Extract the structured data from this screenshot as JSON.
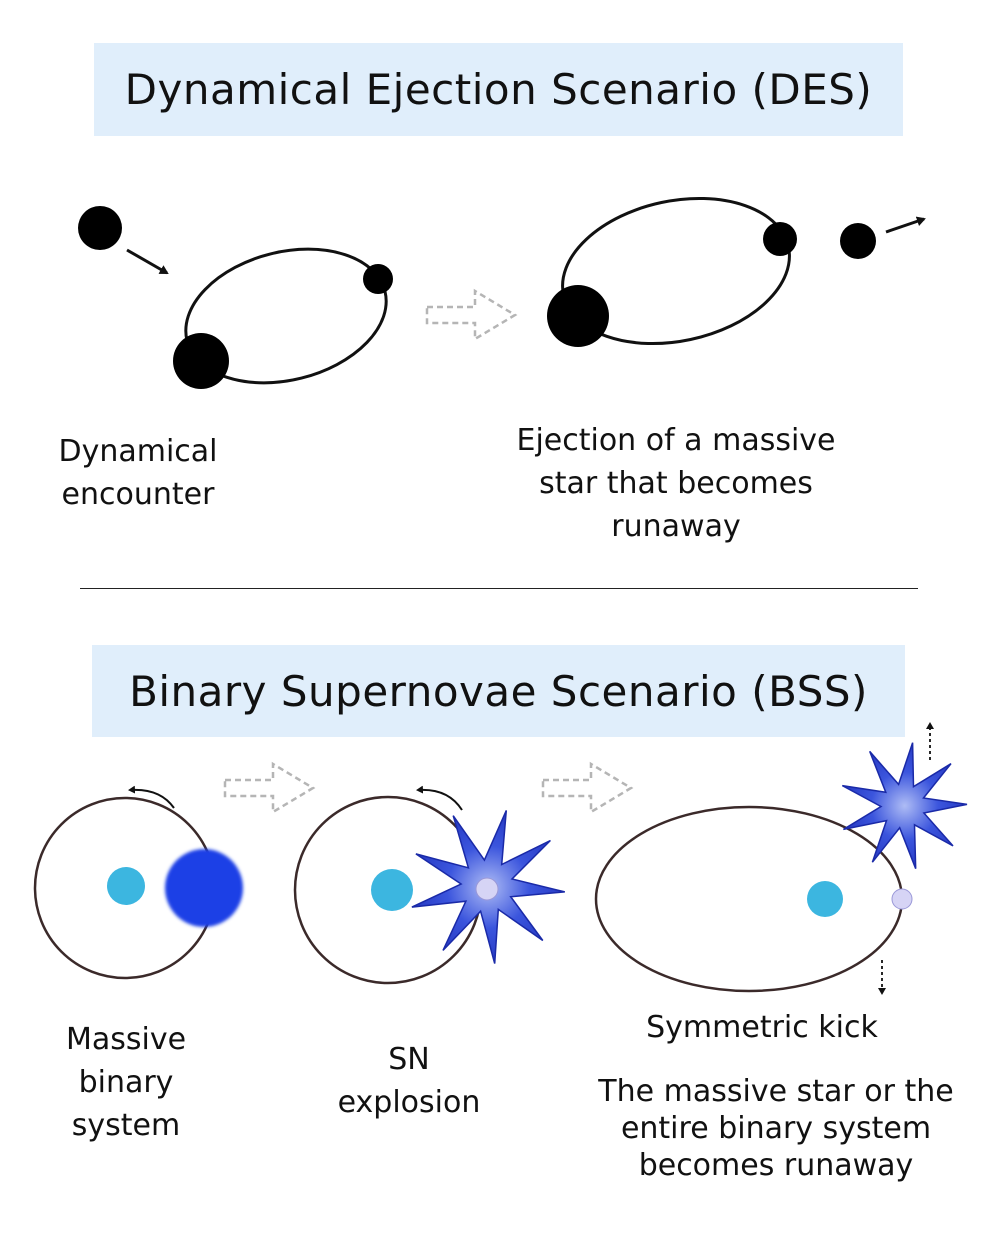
{
  "des": {
    "title": "Dynamical Ejection Scenario (DES)",
    "caption_left": [
      "Dynamical",
      "encounter"
    ],
    "caption_right": [
      "Ejection of a massive",
      "star that becomes",
      "runaway"
    ]
  },
  "bss": {
    "title": "Binary Supernovae Scenario (BSS)",
    "caption_1": [
      "Massive",
      "binary",
      "system"
    ],
    "caption_2": [
      "SN",
      "explosion"
    ],
    "caption_3_heading": "Symmetric kick",
    "caption_3": [
      "The massive star or the",
      "entire binary system",
      "becomes runaway"
    ]
  },
  "colors": {
    "banner": "#e0eefb",
    "star_black": "#000000",
    "companion_cyan": "#3cb6e0",
    "massive_blue": "#1a3fe6",
    "sn_star": "#2035c8",
    "remnant": "#d6d4f5",
    "arrow_gray": "#b5b5b5"
  }
}
